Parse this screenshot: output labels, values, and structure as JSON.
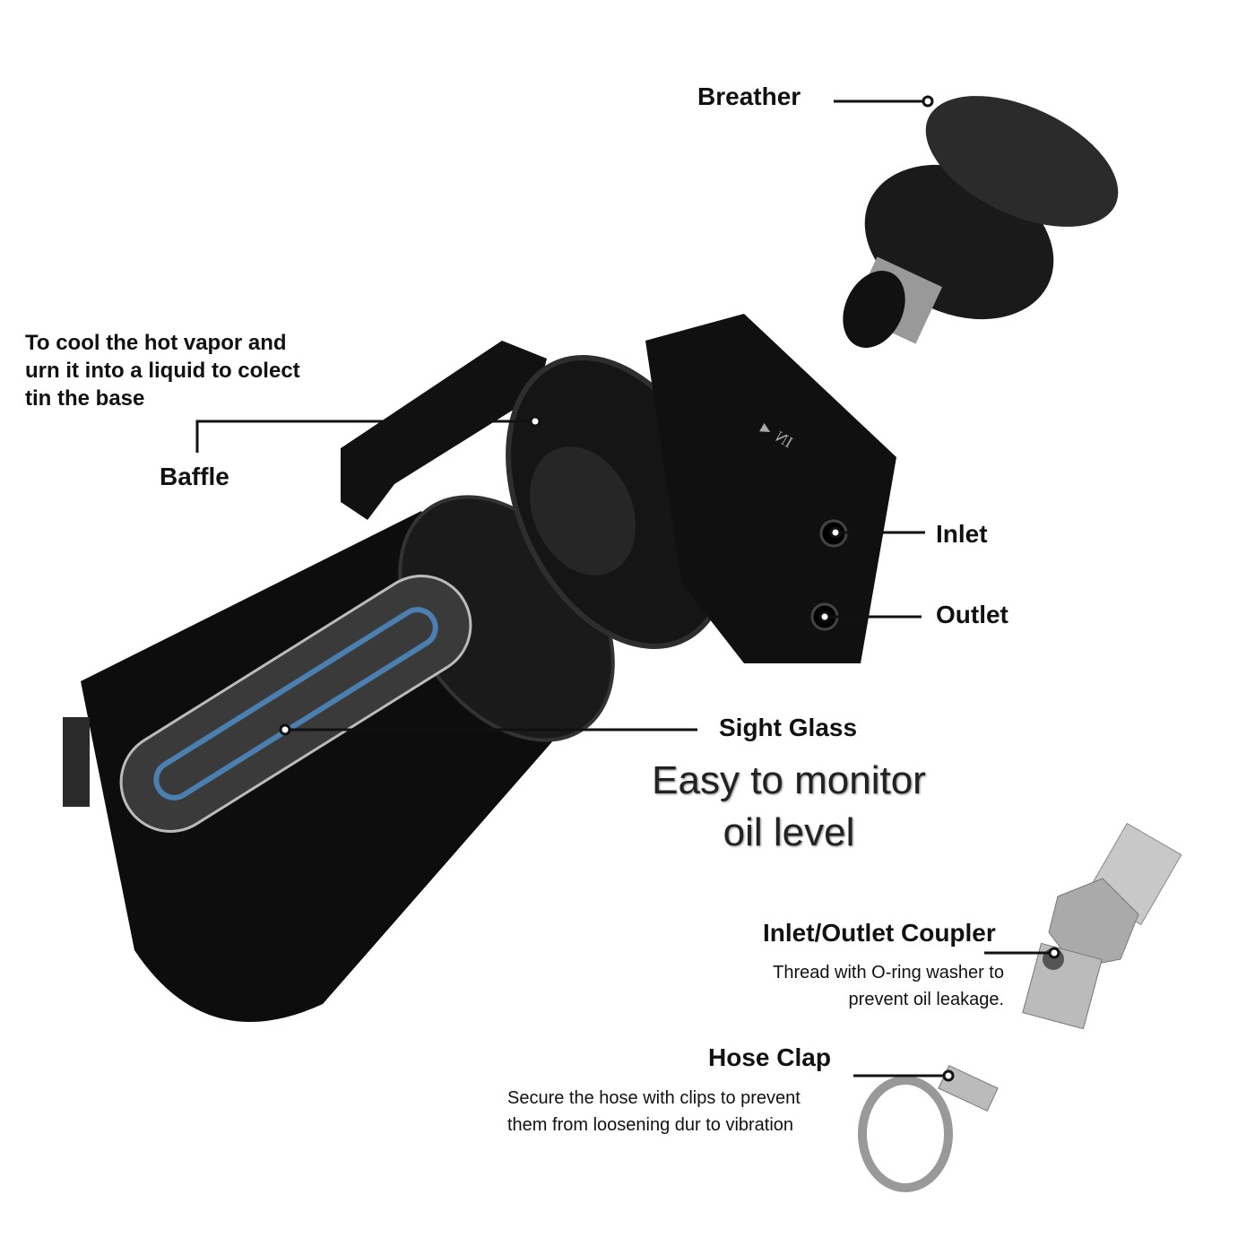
{
  "labels": {
    "breather": "Breather",
    "baffle": "Baffle",
    "baffle_note": [
      "To cool the hot vapor and",
      "urn it into a liquid to colect",
      "tin the base"
    ],
    "inlet": "Inlet",
    "outlet": "Outlet",
    "sight_glass": "Sight Glass",
    "headline": [
      "Easy to monitor",
      "oil level"
    ],
    "coupler": "Inlet/Outlet Coupler",
    "coupler_note": [
      "Thread with O-ring washer to",
      "prevent oil leakage."
    ],
    "hose_clamp": "Hose Clap",
    "hose_clamp_note": [
      "Secure the hose with clips to prevent",
      "them from loosening dur to vibration"
    ],
    "stamp": "IN ◄"
  },
  "colors": {
    "body": "#111111",
    "steel": "#b8b8b8",
    "sight_glass_line": "#4a7fb0"
  }
}
